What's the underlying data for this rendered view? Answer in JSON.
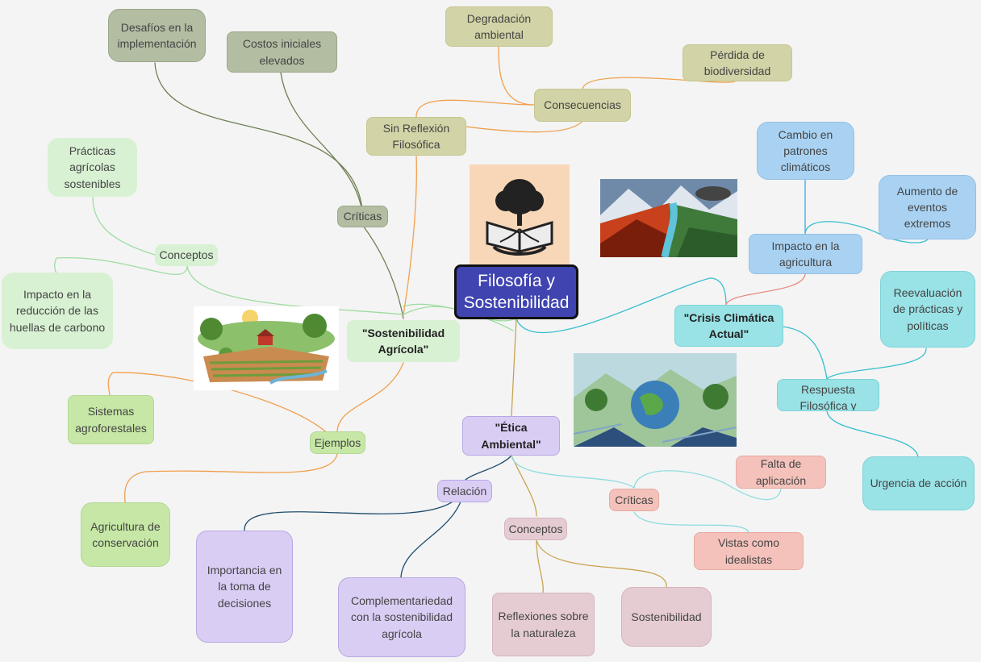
{
  "map": {
    "root": "Filosofía y Sostenibilidad",
    "agricola": {
      "title": "\"Sostenibilidad Agrícola\"",
      "criticas": "Críticas",
      "desafios": "Desafíos en la implementación",
      "costos": "Costos iniciales elevados",
      "conceptos": "Conceptos",
      "practicas": "Prácticas agrícolas sostenibles",
      "impacto_carbono": "Impacto en la reducción de las huellas de carbono",
      "ejemplos": "Ejemplos",
      "agroforestales": "Sistemas agroforestales",
      "conservacion": "Agricultura de conservación"
    },
    "sin_reflexion": {
      "title": "Sin Reflexión Filosófica",
      "consecuencias": "Consecuencias",
      "degradacion": "Degradación ambiental",
      "biodiversidad": "Pérdida de biodiversidad"
    },
    "crisis": {
      "title": "\"Crisis Climática Actual\"",
      "impacto_agricultura": "Impacto en la agricultura",
      "cambio": "Cambio en patrones climáticos",
      "extremos": "Aumento de eventos extremos",
      "respuesta": "Respuesta Filosófica y",
      "reevaluacion": "Reevaluación de prácticas y políticas",
      "urgencia": "Urgencia de acción"
    },
    "etica": {
      "title": "\"Ética Ambiental\"",
      "relacion": "Relación",
      "importancia": "Importancia en la toma de decisiones",
      "complementariedad": "Complementariedad con la sostenibilidad agrícola",
      "conceptos": "Conceptos",
      "reflexiones": "Reflexiones sobre la naturaleza",
      "sostenibilidad": "Sostenibilidad",
      "criticas": "Críticas",
      "falta": "Falta de aplicación",
      "vistas": "Vistas como idealistas"
    }
  },
  "illustrations": [
    "tree-book-icon",
    "climate-contrast-image",
    "farm-fields-image",
    "earth-ecosystem-image"
  ],
  "colors": {
    "background": "#f4f4f4",
    "root": "#3f44b0",
    "line_olive": "#6f8052",
    "line_orange": "#f0a04e",
    "line_green": "#9fdca0",
    "line_teal": "#38bfcf",
    "line_sky": "#38a7ec",
    "line_navy": "#1f4d6e",
    "line_tan": "#c9a353",
    "line_salmon": "#e88a80"
  }
}
